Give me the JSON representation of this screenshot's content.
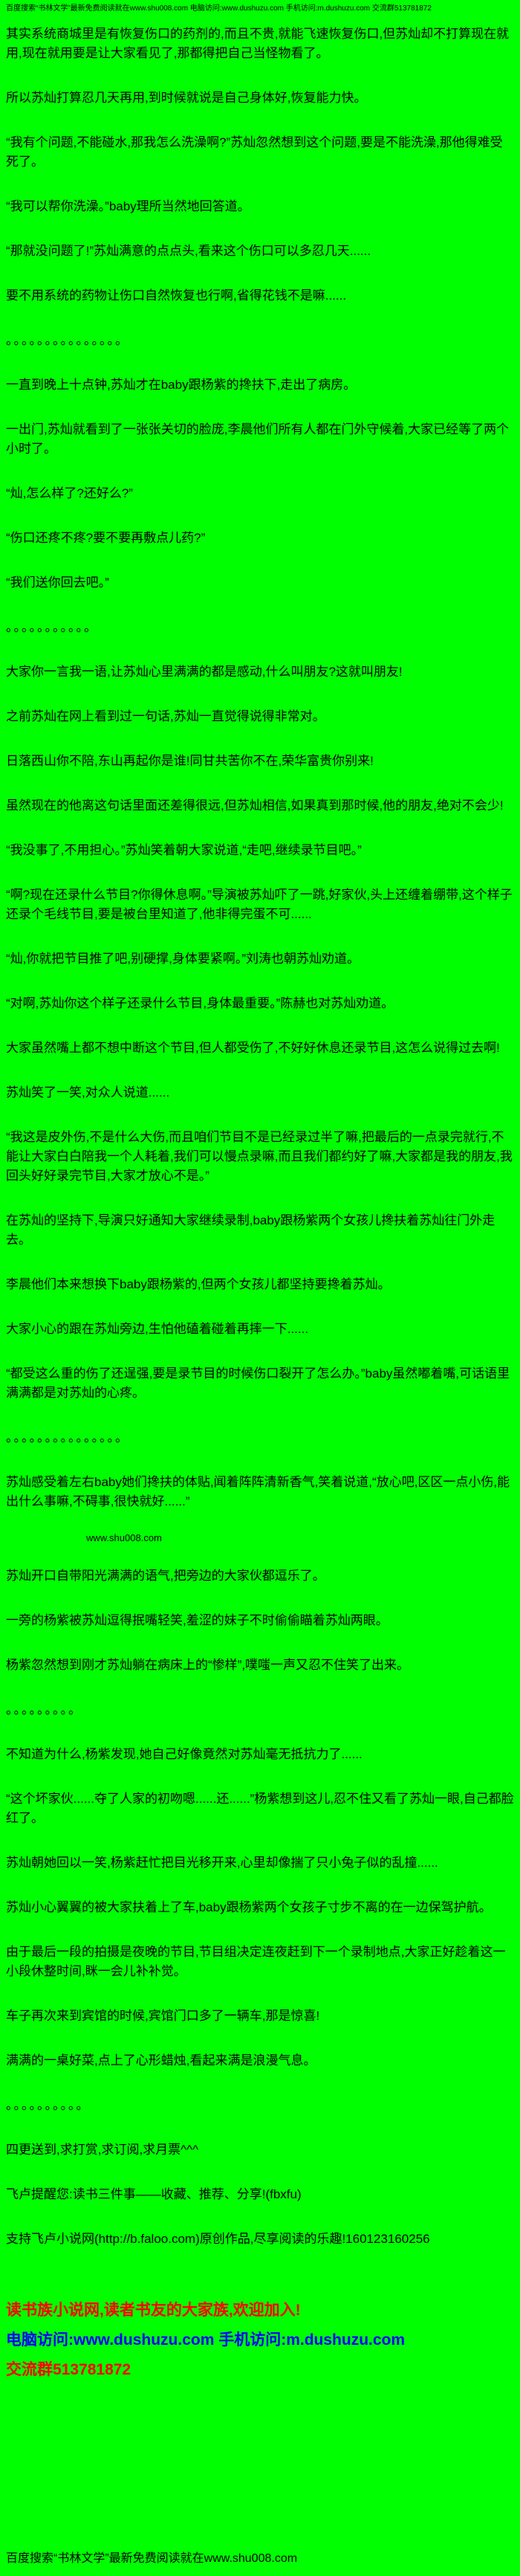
{
  "page": {
    "background": "#00ff00",
    "text_color": "#000000",
    "red": "#ff0000",
    "blue": "#0000ff"
  },
  "header": {
    "top_note": "百度搜索“书林文学”最新免费阅读就在www.shu008.com 电脑访问:www.dushuzu.com 手机访问:m.dushuzu.com 交流群513781872"
  },
  "paragraphs": [
    {
      "text": "其实系统商城里是有恢复伤口的药剂的,而且不贵,就能飞速恢复伤口,但苏灿却不打算现在就用,现在就用要是让大家看见了,那都得把自己当怪物看了。"
    },
    {
      "text": "所以苏灿打算忍几天再用,到时候就说是自己身体好,恢复能力快。"
    },
    {
      "text": "“我有个问题,不能碰水,那我怎么洗澡啊?”苏灿忽然想到这个问题,要是不能洗澡,那他得难受死了。"
    },
    {
      "text": "“我可以帮你洗澡。”baby理所当然地回答道。"
    },
    {
      "text": "“那就没问题了!”苏灿满意的点点头,看来这个伤口可以多忍几天......"
    },
    {
      "text": "要不用系统的药物让伤口自然恢复也行啊,省得花钱不是嘛......"
    },
    {
      "text": "。。。。。。。。。。。。。。。",
      "cls": "dots"
    },
    {
      "text": "一直到晚上十点钟,苏灿才在baby跟杨紫的搀扶下,走出了病房。"
    },
    {
      "text": "一出门,苏灿就看到了一张张关切的脸庞,李晨他们所有人都在门外守候着,大家已经等了两个小时了。"
    },
    {
      "text": "“灿,怎么样了?还好么?”"
    },
    {
      "text": "“伤口还疼不疼?要不要再敷点儿药?”"
    },
    {
      "text": "“我们送你回去吧。”"
    },
    {
      "text": "。。。。。。。。。。。",
      "cls": "dots"
    },
    {
      "text": "大家你一言我一语,让苏灿心里满满的都是感动,什么叫朋友?这就叫朋友!"
    },
    {
      "text": "之前苏灿在网上看到过一句话,苏灿一直觉得说得非常对。"
    },
    {
      "text": "日落西山你不陪,东山再起你是谁!同甘共苦你不在,荣华富贵你别来!"
    },
    {
      "text": "虽然现在的他离这句话里面还差得很远,但苏灿相信,如果真到那时候,他的朋友,绝对不会少!"
    },
    {
      "text": "“我没事了,不用担心。”苏灿笑着朝大家说道,“走吧,继续录节目吧。”"
    },
    {
      "text": "“啊?现在还录什么节目?你得休息啊。”导演被苏灿吓了一跳,好家伙,头上还缠着绷带,这个样子还录个毛线节目,要是被台里知道了,他非得完蛋不可......"
    },
    {
      "text": "“灿,你就把节目推了吧,别硬撑,身体要紧啊。”刘涛也朝苏灿劝道。"
    },
    {
      "text": "“对啊,苏灿你这个样子还录什么节目,身体最重要。”陈赫也对苏灿劝道。"
    },
    {
      "text": "大家虽然嘴上都不想中断这个节目,但人都受伤了,不好好休息还录节目,这怎么说得过去啊!"
    },
    {
      "text": "苏灿笑了一笑,对众人说道......"
    },
    {
      "text": "“我这是皮外伤,不是什么大伤,而且咱们节目不是已经录过半了嘛,把最后的一点录完就行,不能让大家白白陪我一个人耗着,我们可以慢点录嘛,而且我们都约好了嘛,大家都是我的朋友,我回头好好录完节目,大家才放心不是。”"
    },
    {
      "text": "在苏灿的坚持下,导演只好通知大家继续录制,baby跟杨紫两个女孩儿搀扶着苏灿往门外走去。"
    },
    {
      "text": "李晨他们本来想换下baby跟杨紫的,但两个女孩儿都坚持要搀着苏灿。"
    },
    {
      "text": "大家小心的跟在苏灿旁边,生怕他磕着碰着再摔一下......"
    },
    {
      "text": "“都受这么重的伤了还逞强,要是录节目的时候伤口裂开了怎么办。”baby虽然嘟着嘴,可话语里满满都是对苏灿的心疼。"
    },
    {
      "text": "。。。。。。。。。。。。。。。",
      "cls": "dots"
    },
    {
      "text": "苏灿感受着左右baby她们搀扶的体贴,闻着阵阵清新香气,笑着说道,“放心吧,区区一点小伤,能出什么事嘛,不碍事,很快就好......”"
    },
    {
      "text": "www.shu008.com",
      "cls": "watermark"
    },
    {
      "text": "苏灿开口自带阳光满满的语气,把旁边的大家伙都逗乐了。"
    },
    {
      "text": "一旁的杨紫被苏灿逗得抿嘴轻笑,羞涩的妹子不时偷偷瞄着苏灿两眼。"
    },
    {
      "text": "杨紫忽然想到刚才苏灿躺在病床上的“惨样”,噗嗤一声又忍不住笑了出来。"
    },
    {
      "text": "。。。。。。。。。",
      "cls": "dots"
    },
    {
      "text": "不知道为什么,杨紫发现,她自己好像竟然对苏灿毫无抵抗力了......"
    },
    {
      "text": "“这个坏家伙......夺了人家的初吻嗯......还......”杨紫想到这儿,忍不住又看了苏灿一眼,自己都脸红了。"
    },
    {
      "text": "苏灿朝她回以一笑,杨紫赶忙把目光移开来,心里却像揣了只小兔子似的乱撞......"
    },
    {
      "text": "苏灿小心翼翼的被大家扶着上了车,baby跟杨紫两个女孩子寸步不离的在一边保驾护航。"
    },
    {
      "text": "由于最后一段的拍摄是夜晚的节目,节目组决定连夜赶到下一个录制地点,大家正好趁着这一小段休整时间,眯一会儿补补觉。"
    },
    {
      "text": "车子再次来到宾馆的时候,宾馆门口多了一辆车,那是惊喜!"
    },
    {
      "text": "满满的一桌好菜,点上了心形蜡烛,看起来满是浪漫气息。"
    },
    {
      "text": "。。。。。。。。。。",
      "cls": "dots"
    },
    {
      "text": "四更送到,求打赏,求订阅,求月票^^^"
    },
    {
      "text": "飞卢提醒您:读书三件事——收藏、推荐、分享!(fbxfu)"
    },
    {
      "text": "支持飞卢小说网(http://b.faloo.com)原创作品,尽享阅读的乐趣!160123160256"
    }
  ],
  "footer": {
    "join_line": "读书族小说网,读者书友的大家族,欢迎加入!",
    "access_line": "电脑访问:www.dushuzu.com 手机访问:m.dushuzu.com",
    "group_line": "交流群513781872",
    "bottom_note": "百度搜索“书林文学”最新免费阅读就在www.shu008.com"
  }
}
